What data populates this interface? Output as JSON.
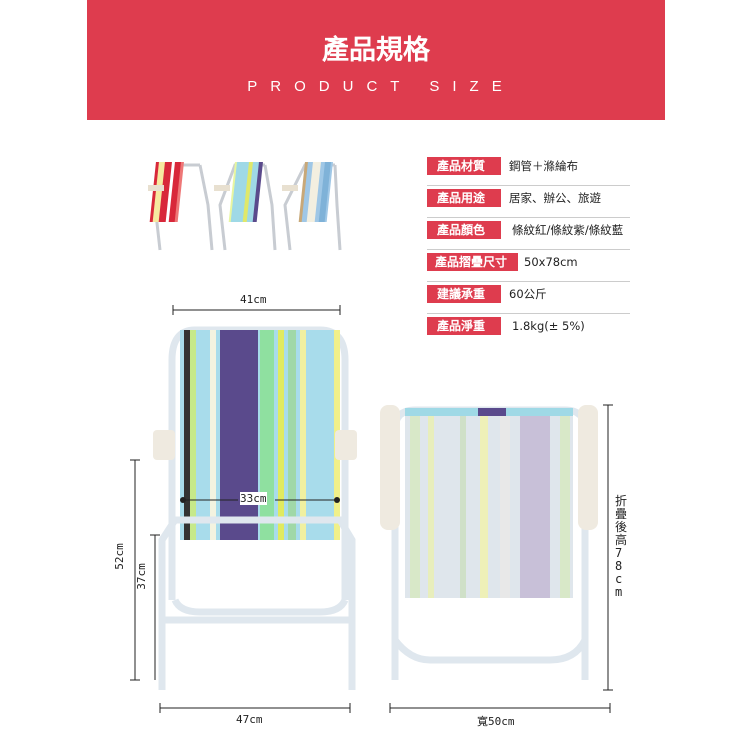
{
  "header": {
    "title": "產品規格",
    "subtitle": "PRODUCT SIZE",
    "color": "#de3c4e"
  },
  "specs": [
    {
      "label": "產品材質",
      "value": "鋼管＋滌綸布"
    },
    {
      "label": "產品用途",
      "value": "居家、辦公、旅遊"
    },
    {
      "label": "產品顏色",
      "value": "條紋紅/條紋紫/條紋藍"
    },
    {
      "label": "產品摺疊尺寸",
      "value": "50x78cm"
    },
    {
      "label": "建議承重",
      "value": "60公斤"
    },
    {
      "label": "產品淨重",
      "value": "1.8kg(± 5%)"
    }
  ],
  "dimensions": {
    "top_width": "41cm",
    "seat_width": "33cm",
    "total_height": "52cm",
    "seat_height": "37cm",
    "base_width": "47cm",
    "folded_width": "寬50cm",
    "folded_height": "折疊後高78cm"
  }
}
